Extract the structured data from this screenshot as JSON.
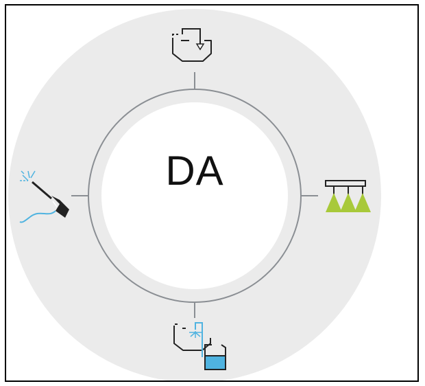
{
  "dial": {
    "center_label": "DA"
  },
  "modes": [
    {
      "id": "fill",
      "icon": "tank-fill-icon"
    },
    {
      "id": "spray",
      "icon": "boom-spray-icon"
    },
    {
      "id": "rinse",
      "icon": "tank-rinse-icon"
    },
    {
      "id": "wash",
      "icon": "pressure-washer-icon"
    }
  ],
  "colors": {
    "ring_background": "#ebebeb",
    "ring_line": "#8a8e93",
    "spray_accent": "#a8c93a",
    "water_accent": "#4fb3e0",
    "icon_stroke": "#222222"
  }
}
